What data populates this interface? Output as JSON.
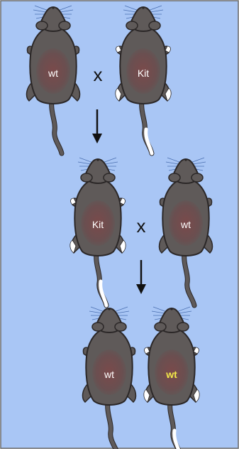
{
  "colors": {
    "background": "#a9c6f5",
    "border": "#6d6d6d",
    "fur": "#5f5a59",
    "fur_outline": "#2b2727",
    "belly": "#7a4a4b",
    "white_spot": "#ffffff",
    "whisker": "#4a6fb0",
    "label_default": "#ffffff",
    "label_highlight": "#f2ea4a",
    "arrow": "#111111"
  },
  "diagram": {
    "cross_symbol": "x",
    "generations": [
      {
        "parents": [
          {
            "label": "wt",
            "white_spotting": false,
            "label_style": "default"
          },
          {
            "label": "Kit",
            "white_spotting": true,
            "label_style": "default"
          }
        ],
        "cross": true
      },
      {
        "parents": [
          {
            "label": "Kit",
            "white_spotting": true,
            "label_style": "default"
          },
          {
            "label": "wt",
            "white_spotting": false,
            "label_style": "default"
          }
        ],
        "cross": true
      },
      {
        "offspring": [
          {
            "label": "wt",
            "white_spotting": false,
            "label_style": "default"
          },
          {
            "label": "wt",
            "white_spotting": true,
            "label_style": "highlight"
          }
        ],
        "cross": false
      }
    ],
    "arrows": 2
  }
}
